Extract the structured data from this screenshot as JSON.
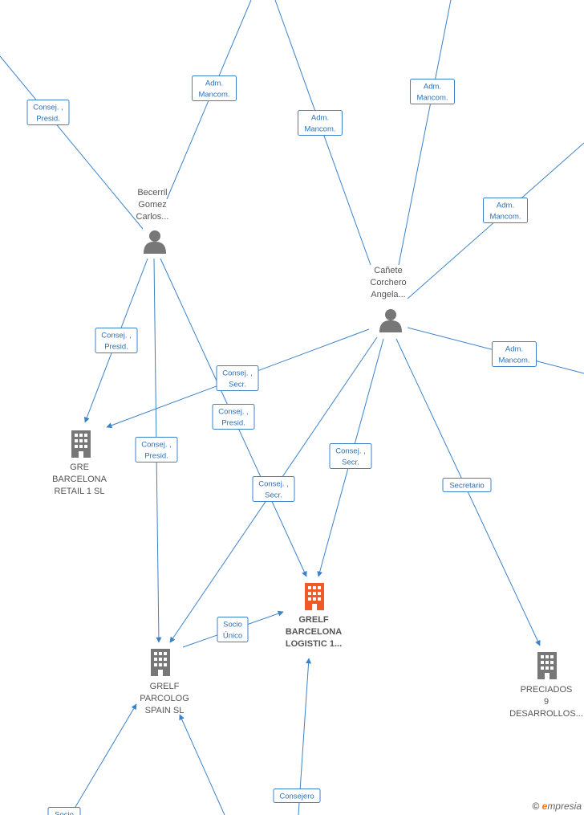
{
  "colors": {
    "edge": "#3b82c8",
    "person": "#777777",
    "company": "#777777",
    "focus_company": "#f05a28"
  },
  "persons": [
    {
      "id": "becerril",
      "label": "Becerril\nGomez\nCarlos...",
      "icon": "person-icon"
    },
    {
      "id": "canete",
      "label": "Cañete\nCorchero\nAngela...",
      "icon": "person-icon"
    }
  ],
  "companies": [
    {
      "id": "gre-barcelona",
      "label": "GRE\nBARCELONA\nRETAIL 1  SL",
      "icon": "building-icon",
      "focus": false
    },
    {
      "id": "grelf-barcelona",
      "label": "GRELF\nBARCELONA\nLOGISTIC 1...",
      "icon": "building-icon",
      "focus": true
    },
    {
      "id": "grelf-parcolog",
      "label": "GRELF\nPARCOLOG\nSPAIN  SL",
      "icon": "building-icon",
      "focus": false
    },
    {
      "id": "preciados",
      "label": "PRECIADOS\n9\nDESARROLLOS...",
      "icon": "building-icon",
      "focus": false
    }
  ],
  "edge_labels": [
    "Consej. ,\nPresid.",
    "Adm.\nMancom.",
    "Adm.\nMancom.",
    "Adm.\nMancom.",
    "Adm.\nMancom.",
    "Adm.\nMancom.",
    "Consej. ,\nPresid.",
    "Consej. ,\nSecr.",
    "Consej. ,\nPresid.",
    "Consej. ,\nPresid.",
    "Consej. ,\nSecr.",
    "Consej. ,\nSecr.",
    "Secretario",
    "Socio\nÚnico",
    "Consejero",
    "Socio"
  ],
  "footer": {
    "copyright": "©",
    "brand_initial": "e",
    "brand_rest": "mpresia"
  }
}
